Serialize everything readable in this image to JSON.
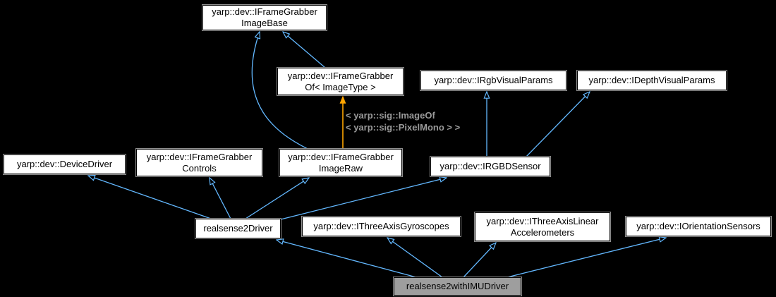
{
  "theme": {
    "background": "#000000",
    "edge_color": "#63b8ff",
    "template_edge_color": "#ffa500",
    "node_fill": "#ffffff",
    "node_border": "#000000",
    "highlight_fill": "#9e9e9e",
    "text_color": "#000000",
    "edge_label_color": "#9a9a9a"
  },
  "diagram_type": "doxygen-inheritance-graph",
  "nodes": {
    "imagebase": {
      "label": "yarp::dev::IFrameGrabber\nImageBase"
    },
    "iframegrabberof": {
      "label": "yarp::dev::IFrameGrabber\nOf< ImageType >"
    },
    "irgbvisualparams": {
      "label": "yarp::dev::IRgbVisualParams"
    },
    "idepthvisualparams": {
      "label": "yarp::dev::IDepthVisualParams"
    },
    "devicedriver": {
      "label": "yarp::dev::DeviceDriver"
    },
    "iframegrabbercontrols": {
      "label": "yarp::dev::IFrameGrabber\nControls"
    },
    "iframegrabberimageraw": {
      "label": "yarp::dev::IFrameGrabber\nImageRaw"
    },
    "irgbdsensor": {
      "label": "yarp::dev::IRGBDSensor"
    },
    "realsense2driver": {
      "label": "realsense2Driver"
    },
    "ithreeaxisgyroscopes": {
      "label": "yarp::dev::IThreeAxisGyroscopes"
    },
    "ithreeaxislinearaccelerometers": {
      "label": "yarp::dev::IThreeAxisLinear\nAccelerometers"
    },
    "iorientationsensors": {
      "label": "yarp::dev::IOrientationSensors"
    },
    "realsense2withimudriver": {
      "label": "realsense2withIMUDriver"
    }
  },
  "template_edge_label": "< yarp::sig::ImageOf\n< yarp::sig::PixelMono > >",
  "edges": [
    {
      "from": "iframegrabberof",
      "to": "imagebase",
      "type": "inheritance"
    },
    {
      "from": "iframegrabberimageraw",
      "to": "imagebase",
      "type": "inheritance"
    },
    {
      "from": "iframegrabberimageraw",
      "to": "iframegrabberof",
      "type": "template-instantiation"
    },
    {
      "from": "irgbdsensor",
      "to": "irgbvisualparams",
      "type": "inheritance"
    },
    {
      "from": "irgbdsensor",
      "to": "idepthvisualparams",
      "type": "inheritance"
    },
    {
      "from": "realsense2driver",
      "to": "devicedriver",
      "type": "inheritance"
    },
    {
      "from": "realsense2driver",
      "to": "iframegrabbercontrols",
      "type": "inheritance"
    },
    {
      "from": "realsense2driver",
      "to": "iframegrabberimageraw",
      "type": "inheritance"
    },
    {
      "from": "realsense2driver",
      "to": "irgbdsensor",
      "type": "inheritance"
    },
    {
      "from": "realsense2withimudriver",
      "to": "realsense2driver",
      "type": "inheritance"
    },
    {
      "from": "realsense2withimudriver",
      "to": "ithreeaxisgyroscopes",
      "type": "inheritance"
    },
    {
      "from": "realsense2withimudriver",
      "to": "ithreeaxislinearaccelerometers",
      "type": "inheritance"
    },
    {
      "from": "realsense2withimudriver",
      "to": "iorientationsensors",
      "type": "inheritance"
    }
  ]
}
